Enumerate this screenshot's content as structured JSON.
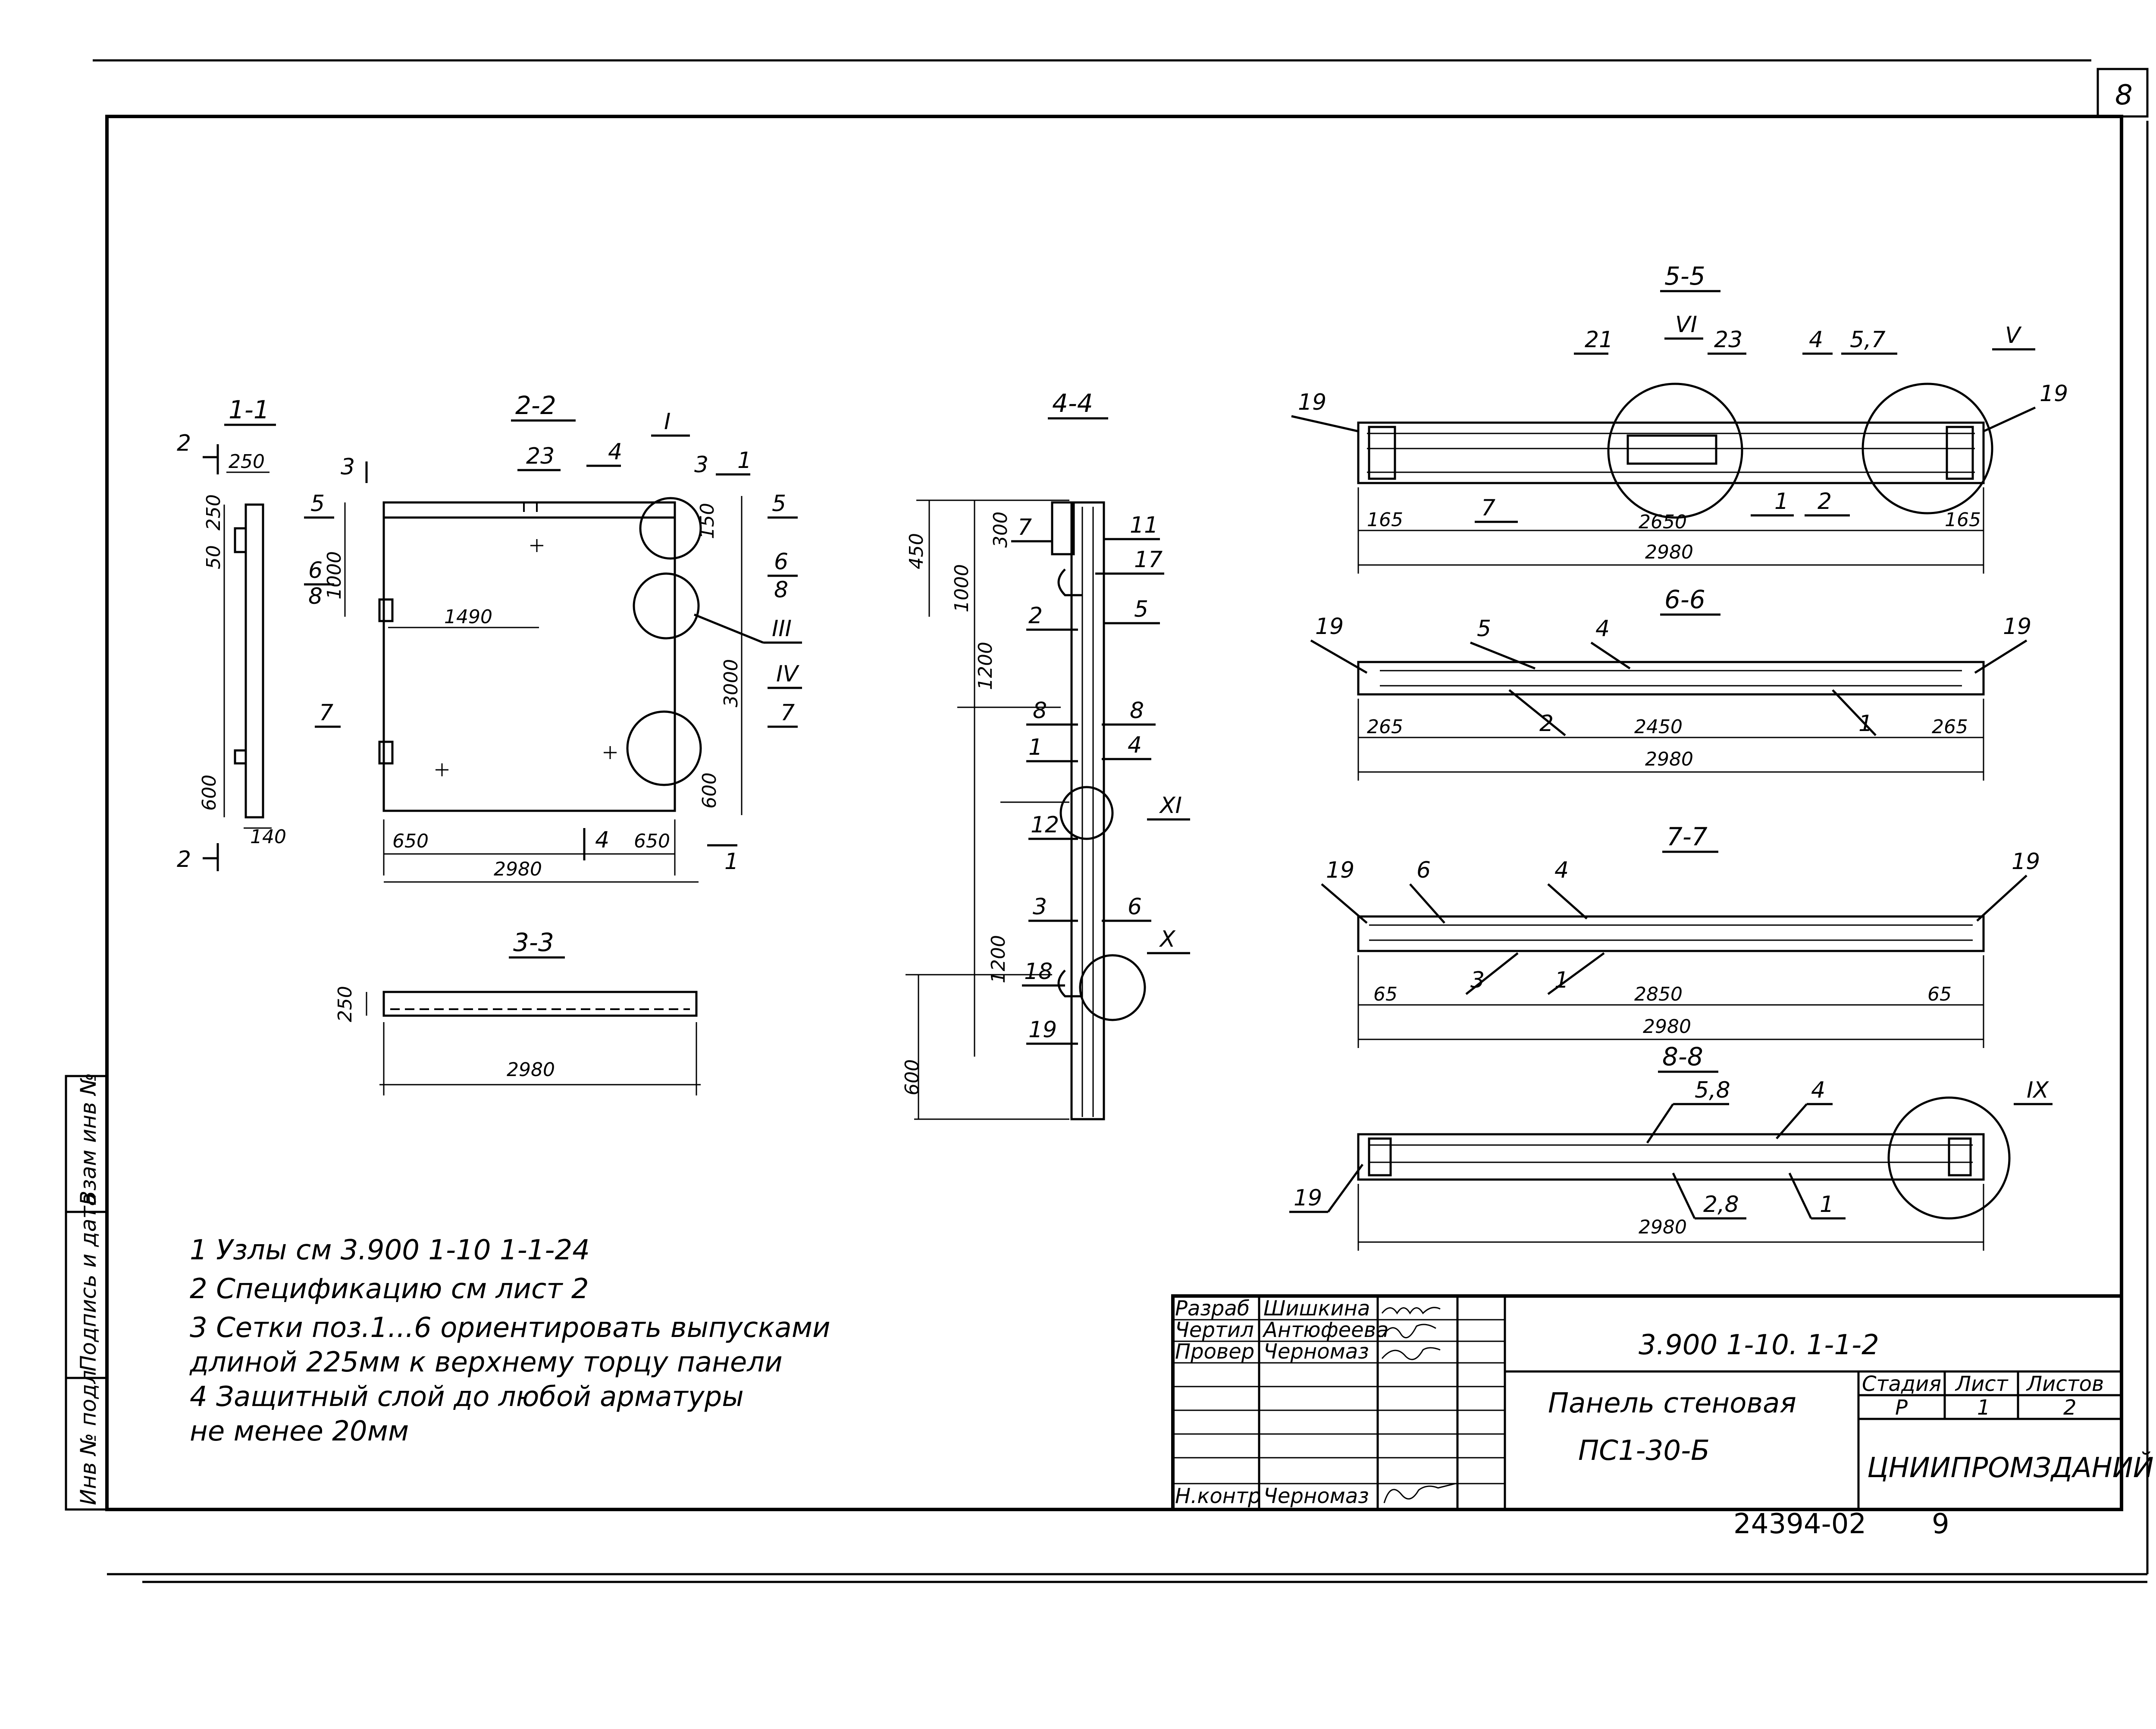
{
  "sheet_number": "8",
  "sections": {
    "s11": {
      "title": "1-1",
      "cut": "2",
      "dims": [
        "250",
        "50",
        "250",
        "600",
        "140"
      ],
      "pos_mark": "7"
    },
    "s22": {
      "title": "2-2",
      "cuts": [
        "3",
        "4",
        "3",
        "1",
        "4",
        "1"
      ],
      "nodes": [
        "I",
        "III",
        "IV"
      ],
      "marks": [
        "5",
        "6",
        "8",
        "7",
        "5",
        "6",
        "8",
        "7",
        "23"
      ],
      "dims": [
        "1000",
        "1490",
        "150",
        "3000",
        "600",
        "650",
        "650",
        "2980"
      ]
    },
    "s33": {
      "title": "3-3",
      "dims": [
        "250",
        "2980"
      ]
    },
    "s44": {
      "title": "4-4",
      "nodes": [
        "XI",
        "X"
      ],
      "marks": [
        "7",
        "11",
        "17",
        "2",
        "5",
        "8",
        "8",
        "1",
        "4",
        "12",
        "3",
        "6",
        "18",
        "19"
      ],
      "dims": [
        "450",
        "300",
        "1000",
        "1200",
        "1200",
        "600"
      ]
    },
    "s55": {
      "title": "5-5",
      "nodes": [
        "VI",
        "V"
      ],
      "marks": [
        "21",
        "23",
        "4",
        "5,7",
        "19",
        "19",
        "7",
        "1",
        "2"
      ],
      "dims": [
        "165",
        "2650",
        "165",
        "2980"
      ]
    },
    "s66": {
      "title": "6-6",
      "marks": [
        "19",
        "5",
        "4",
        "19",
        "2",
        "1"
      ],
      "dims": [
        "265",
        "2450",
        "265",
        "2980"
      ]
    },
    "s77": {
      "title": "7-7",
      "marks": [
        "19",
        "6",
        "4",
        "19",
        "3",
        "1"
      ],
      "dims": [
        "65",
        "2850",
        "65",
        "2980"
      ]
    },
    "s88": {
      "title": "8-8",
      "nodes": [
        "IX"
      ],
      "marks": [
        "5,8",
        "4",
        "19",
        "2,8",
        "1"
      ],
      "dims": [
        "2980"
      ]
    }
  },
  "notes": [
    "1  Узлы см 3.900 1-10 1-1-24",
    "2  Спецификацию  см  лист 2",
    "3  Сетки поз.1...6 ориентировать выпусками",
    "    длиной 225мм к верхнему торцу панели",
    "4  Защитный  слой  до любой  арматуры",
    "    не менее 20мм"
  ],
  "side_stamp": [
    "Инв № подл",
    "Подпись и дата",
    "Взам инв №"
  ],
  "title_block": {
    "roles": [
      "Разраб",
      "Чертил",
      "Провер",
      "Н.контр"
    ],
    "names": [
      "Шишкина",
      "Антюфеева",
      "Черномаз",
      "Черномаз"
    ],
    "signatures": [
      "Шишк",
      "Ан",
      "Черн",
      "Черн"
    ],
    "doc_code": "3.900 1-10. 1-1-2",
    "product_name": [
      "Панель  стеновая",
      "ПС1-30-Б"
    ],
    "stage_header": "Стадия",
    "sheet_header": "Лист",
    "sheets_header": "Листов",
    "stage": "Р",
    "sheet": "1",
    "sheets": "2",
    "organization": "ЦНИИПРОМЗДАНИЙ"
  },
  "footer": {
    "archive_no": "24394-02",
    "page": "9"
  }
}
